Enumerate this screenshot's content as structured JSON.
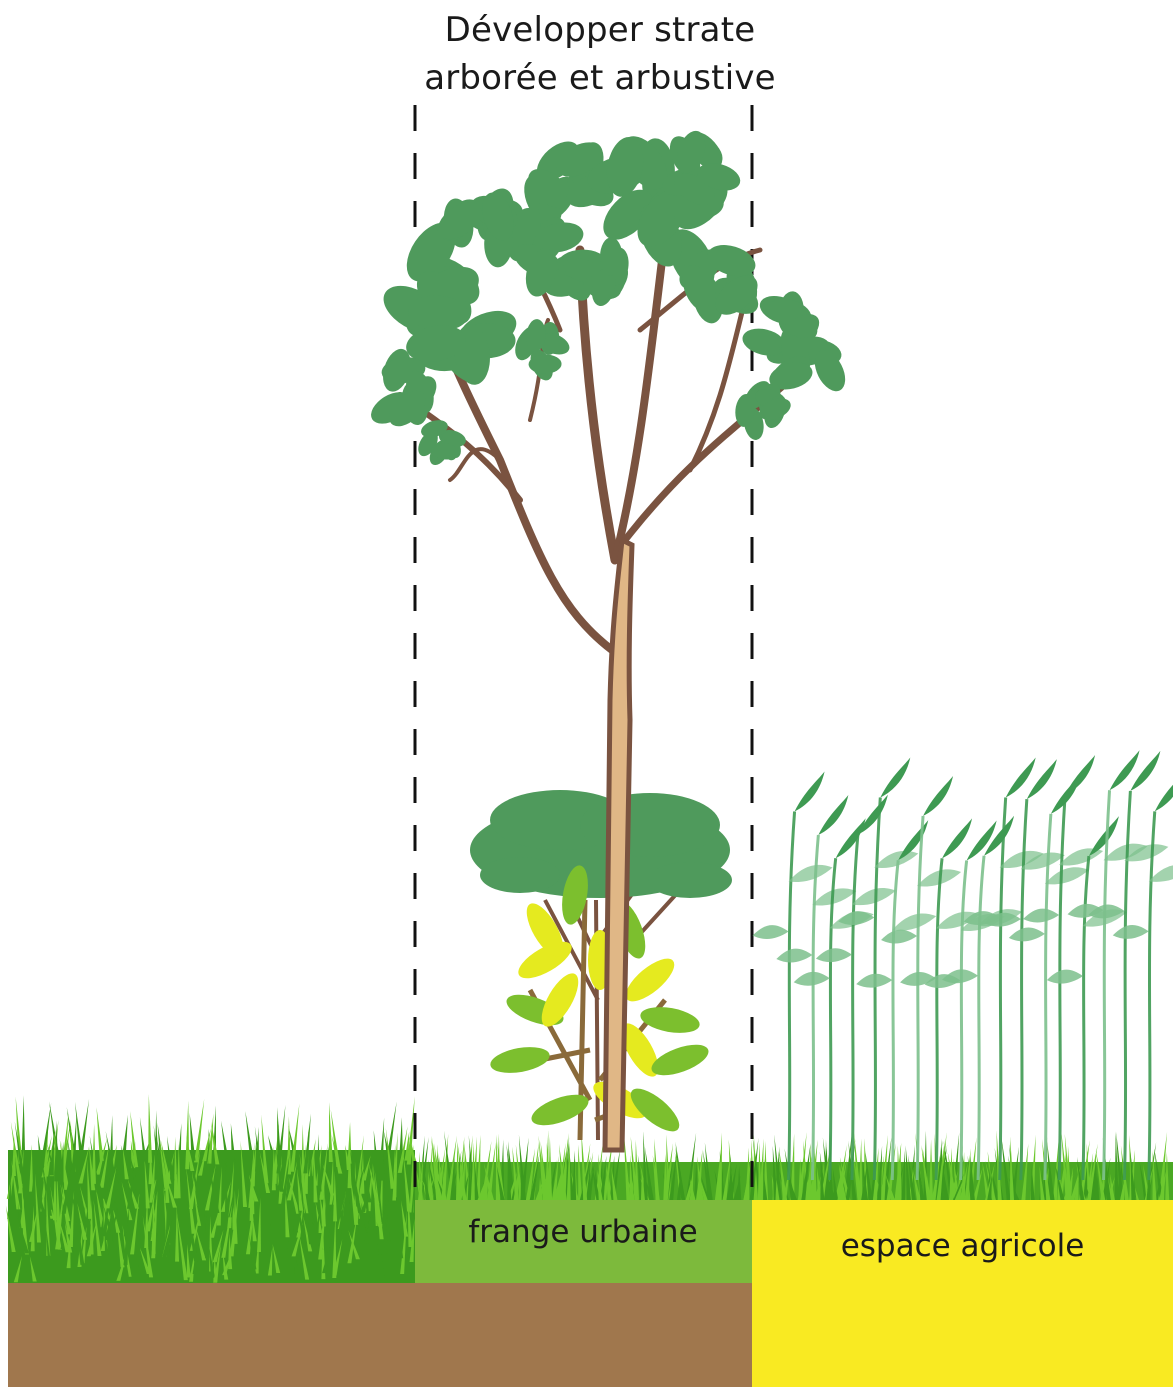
{
  "title": {
    "line1": "Développer strate",
    "line2": "arborée et arbustive"
  },
  "zones": [
    {
      "id": "frange",
      "label": "frange urbaine",
      "color": "#7dba3c"
    },
    {
      "id": "agricole",
      "label": "espace agricole",
      "color": "#f9ea22"
    }
  ],
  "colors": {
    "soil": "#a0774d",
    "grass_dark": "#3c9a1e",
    "grass_light": "#6cc82e",
    "tree_foliage": "#4f9a5c",
    "trunk_dark": "#7a5340",
    "trunk_light": "#e0b786",
    "shrub_yellow": "#e5ea1f",
    "shrub_green": "#7cbf2e",
    "crop_green": "#7cc08c",
    "crop_dark": "#3e9a52"
  }
}
